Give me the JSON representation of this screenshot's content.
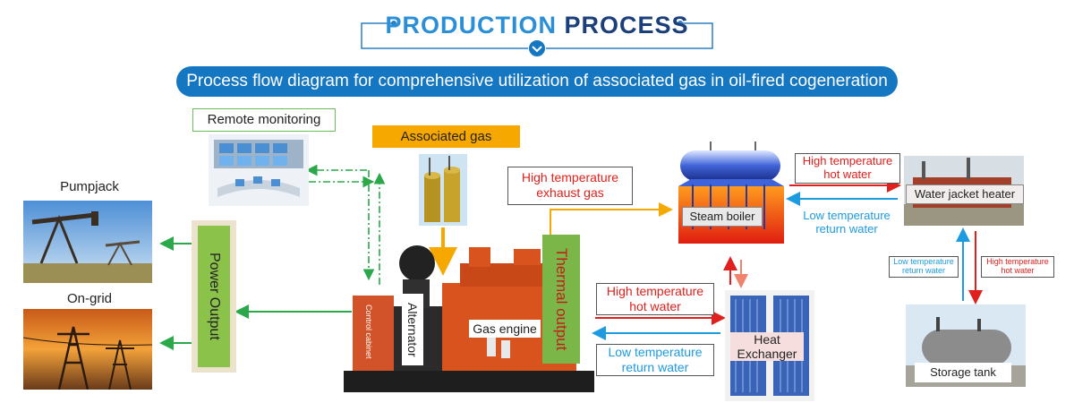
{
  "header": {
    "title_part1": "PRODUCTION",
    "title_part2": "PROCESS",
    "subtitle": "Process flow diagram for comprehensive utilization of associated gas in oil-fired cogeneration"
  },
  "nodes": {
    "remote_monitoring": "Remote monitoring",
    "associated_gas": "Associated gas",
    "pumpjack": "Pumpjack",
    "on_grid": "On-grid",
    "power_output": "Power Output",
    "control_cabinet": "Control cabinet",
    "alternator": "Alternator",
    "gas_engine": "Gas engine",
    "thermal_output": "Thermal output",
    "steam_boiler": "Steam boiler",
    "heat_exchanger_line1": "Heat",
    "heat_exchanger_line2": "Exchanger",
    "water_jacket_heater": "Water jacket heater",
    "storage_tank": "Storage tank"
  },
  "flows": {
    "exhaust_line1": "High temperature",
    "exhaust_line2": "exhaust gas",
    "hx_hot_line1": "High temperature",
    "hx_hot_line2": "hot water",
    "hx_return_line1": "Low temperature",
    "hx_return_line2": "return water",
    "wj_hot_line1": "High temperature",
    "wj_hot_line2": "hot water",
    "wj_return_line1": "Low temperature",
    "wj_return_line2": "return water",
    "tank_return_line1": "Low temperature",
    "tank_return_line2": "return water",
    "tank_hot_line1": "High temperature",
    "tank_hot_line2": "hot water"
  },
  "colors": {
    "accent_blue": "#1577c2",
    "hot_red": "#e0201c",
    "cold_blue": "#1d9be0",
    "power_green": "#2aa84a",
    "gas_orange": "#f7a800",
    "panel_green": "#8bc34a"
  }
}
